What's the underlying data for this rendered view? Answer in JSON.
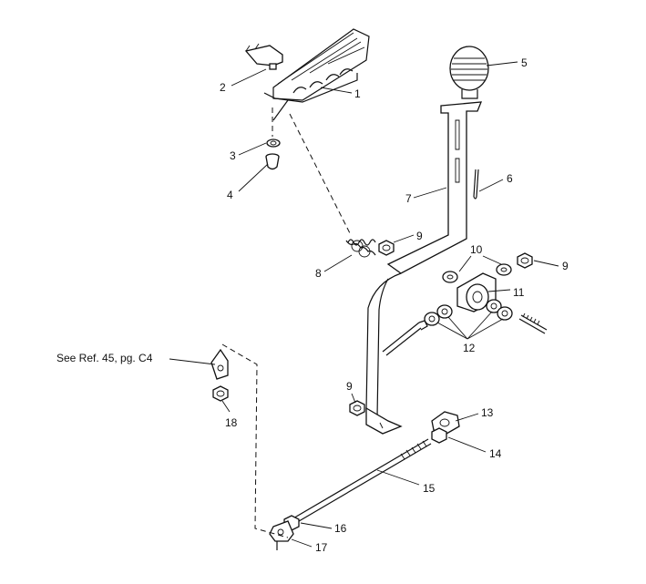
{
  "callouts": {
    "c1": "1",
    "c2": "2",
    "c3": "3",
    "c4": "4",
    "c5": "5",
    "c6": "6",
    "c7": "7",
    "c8": "8",
    "c9a": "9",
    "c9b": "9",
    "c9c": "9",
    "c10": "10",
    "c11": "11",
    "c12": "12",
    "c13": "13",
    "c14": "14",
    "c15": "15",
    "c16": "16",
    "c17": "17",
    "c18": "18"
  },
  "reference_note": "See Ref. 45, pg. C4"
}
